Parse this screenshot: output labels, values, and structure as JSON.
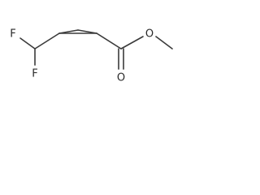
{
  "molecule": {
    "atoms": {
      "fluorine_top": "F",
      "fluorine_bottom": "F",
      "ester_oxygen_single": "O",
      "carbonyl_oxygen": "O"
    }
  }
}
